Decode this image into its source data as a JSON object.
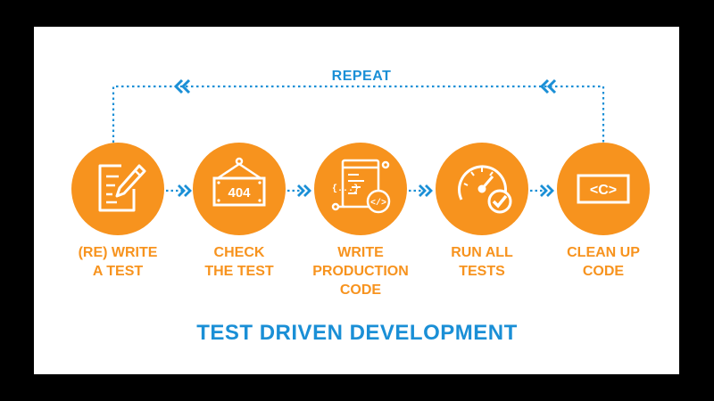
{
  "title": "TEST DRIVEN DEVELOPMENT",
  "repeat_label": "REPEAT",
  "colors": {
    "orange": "#F7931E",
    "blue": "#1A8FD6",
    "frame": "#000000",
    "card": "#FFFFFF"
  },
  "steps": [
    {
      "label": "(RE) WRITE\nA TEST",
      "icon": "document-pencil-icon"
    },
    {
      "label": "CHECK\nTHE TEST",
      "icon": "hanging-404-sign-icon",
      "icon_text": "404"
    },
    {
      "label": "WRITE\nPRODUCTION\nCODE",
      "icon": "code-window-icon",
      "icon_text": "</>"
    },
    {
      "label": "RUN ALL\nTESTS",
      "icon": "speedometer-check-icon"
    },
    {
      "label": "CLEAN UP\nCODE",
      "icon": "code-brackets-icon",
      "icon_text": "<C>"
    }
  ]
}
